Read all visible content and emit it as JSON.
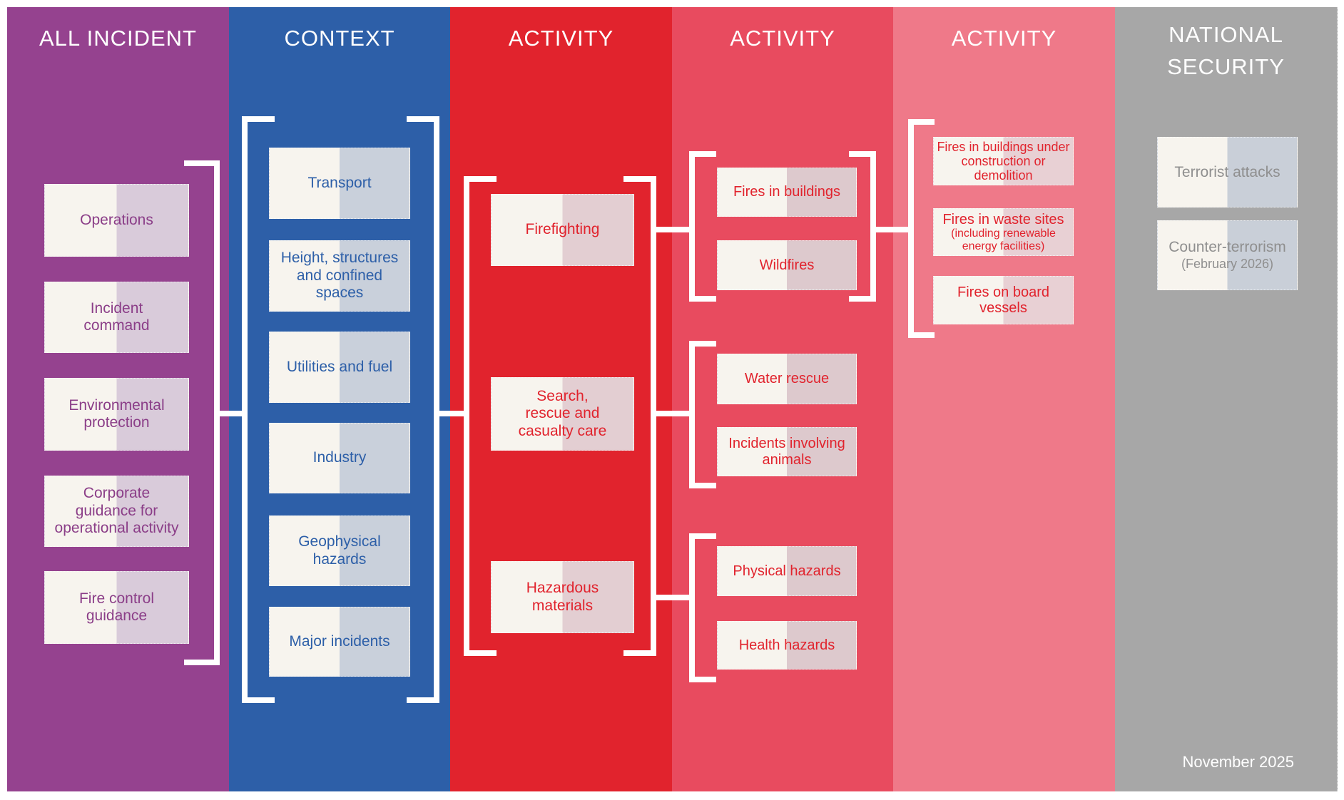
{
  "columns": [
    {
      "id": "all-incident",
      "header": "ALL INCIDENT",
      "color": "#95428f",
      "items": [
        {
          "label": "Operations"
        },
        {
          "label": "Incident\ncommand"
        },
        {
          "label": "Environmental\nprotection"
        },
        {
          "label": "Corporate\nguidance for\noperational activity"
        },
        {
          "label": "Fire control\nguidance"
        }
      ]
    },
    {
      "id": "context",
      "header": "CONTEXT",
      "color": "#2d5fa8",
      "items": [
        {
          "label": "Transport"
        },
        {
          "label": "Height, structures\nand confined\nspaces"
        },
        {
          "label": "Utilities and fuel"
        },
        {
          "label": "Industry"
        },
        {
          "label": "Geophysical\nhazards"
        },
        {
          "label": "Major incidents"
        }
      ]
    },
    {
      "id": "activity-core",
      "header": "ACTIVITY",
      "color": "#e1232d",
      "items": [
        {
          "label": "Firefighting"
        },
        {
          "label": "Search,\nrescue and\ncasualty care"
        },
        {
          "label": "Hazardous\nmaterials"
        }
      ]
    },
    {
      "id": "activity-sub",
      "header": "ACTIVITY",
      "color": "#e84b5f",
      "items": [
        {
          "label": "Fires in buildings"
        },
        {
          "label": "Wildfires"
        },
        {
          "label": "Water rescue"
        },
        {
          "label": "Incidents involving\nanimals"
        },
        {
          "label": "Physical hazards"
        },
        {
          "label": "Health hazards"
        }
      ]
    },
    {
      "id": "activity-detail",
      "header": "ACTIVITY",
      "color": "#ef7989",
      "items": [
        {
          "label": "Fires in buildings under\nconstruction or\ndemolition"
        },
        {
          "label": "Fires in waste sites",
          "sublabel": "(including renewable\nenergy facilities)"
        },
        {
          "label": "Fires on board\nvessels"
        }
      ]
    },
    {
      "id": "national-security",
      "header": "NATIONAL\nSECURITY",
      "color": "#a7a7a7",
      "items": [
        {
          "label": "Terrorist attacks"
        },
        {
          "label": "Counter-terrorism",
          "sublabel": "(February 2026)"
        }
      ]
    }
  ],
  "footer": {
    "date": "November 2025"
  },
  "colors": {
    "box_left_half": "#f7f4ee",
    "purple": "#95428f",
    "blue": "#2d5fa8",
    "red": "#e1232d",
    "pink": "#e84b5f",
    "light_pink": "#ef7989",
    "gray": "#a7a7a7",
    "bracket": "#ffffff"
  }
}
